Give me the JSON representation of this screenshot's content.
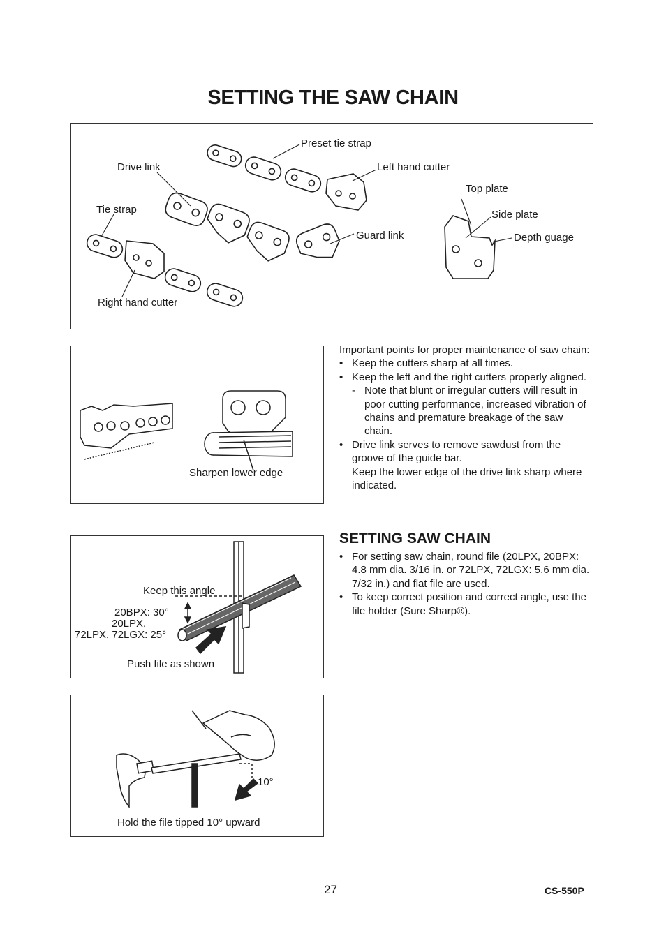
{
  "title": "SETTING THE SAW CHAIN",
  "figure1": {
    "labels": {
      "preset_tie_strap": "Preset tie strap",
      "drive_link": "Drive link",
      "left_hand_cutter": "Left hand cutter",
      "top_plate": "Top plate",
      "tie_strap": "Tie strap",
      "side_plate": "Side plate",
      "guard_link": "Guard link",
      "depth_guage": "Depth guage",
      "right_hand_cutter": "Right hand cutter"
    }
  },
  "figure2": {
    "label": "Sharpen lower edge"
  },
  "figure3": {
    "keep_angle": "Keep this angle",
    "angle_line1": "20BPX: 30°",
    "angle_line2": "20LPX,",
    "angle_line3": "72LPX, 72LGX: 25°",
    "push_file": "Push file as shown"
  },
  "figure4": {
    "angle": "10°",
    "caption": "Hold the file tipped 10° upward"
  },
  "maintenance": {
    "intro": "Important points for proper maintenance of saw chain:",
    "bullet1": "Keep the cutters sharp at all times.",
    "bullet2": "Keep the left and the right cutters properly aligned.",
    "bullet2_note": "Note that blunt or irregular cutters will result in poor cutting performance, increased vibration of chains and premature breakage of the saw chain.",
    "bullet3": "Drive link serves to remove sawdust from the groove of the guide bar.",
    "bullet3_cont": "Keep the lower edge of the drive link sharp where indicated."
  },
  "setting": {
    "heading": "SETTING SAW CHAIN",
    "bullet1": "For setting saw chain, round file (20LPX, 20BPX: 4.8 mm dia. 3/16 in. or 72LPX, 72LGX: 5.6 mm dia. 7/32 in.) and flat file are used.",
    "bullet2": "To keep correct position and correct angle, use the file holder (Sure Sharp®)."
  },
  "footer": {
    "page": "27",
    "model": "CS-550P"
  }
}
